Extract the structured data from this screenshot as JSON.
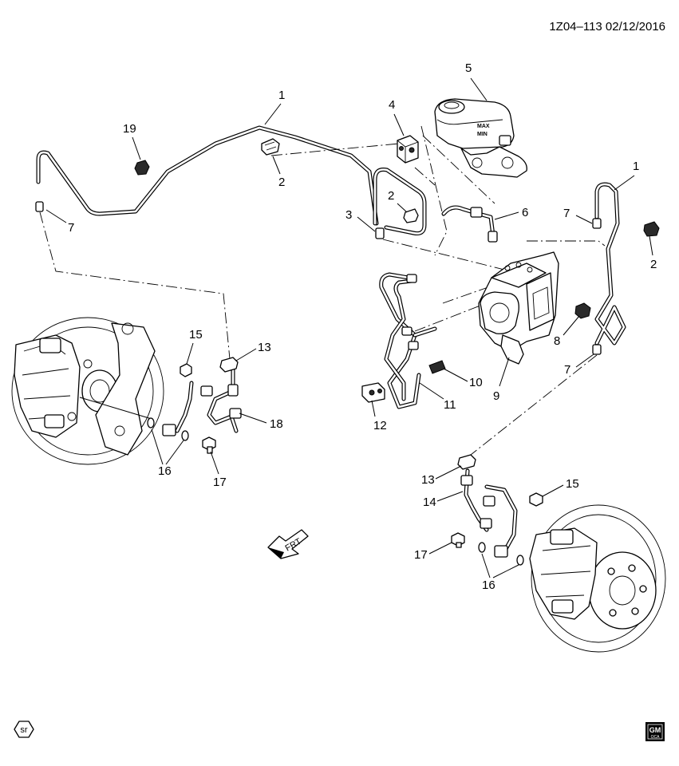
{
  "header": {
    "reference": "1Z04–113 02/12/2016"
  },
  "callouts": {
    "c1a": "1",
    "c1b": "1",
    "c2a": "2",
    "c2b": "2",
    "c2c": "2",
    "c3": "3",
    "c4": "4",
    "c5": "5",
    "c6": "6",
    "c7a": "7",
    "c7b": "7",
    "c7c": "7",
    "c8": "8",
    "c9": "9",
    "c10": "10",
    "c11": "11",
    "c12": "12",
    "c13a": "13",
    "c13b": "13",
    "c14": "14",
    "c15a": "15",
    "c15b": "15",
    "c16a": "16",
    "c16b": "16",
    "c17a": "17",
    "c17b": "17",
    "c18": "18",
    "c19": "19"
  },
  "reservoir": {
    "max_mark": "MAX",
    "min_mark": "MIN"
  },
  "front_arrow": {
    "label": "FRT"
  },
  "footer": {
    "symbol": "sr",
    "logo_top": "GM",
    "logo_bottom": "OCA"
  }
}
